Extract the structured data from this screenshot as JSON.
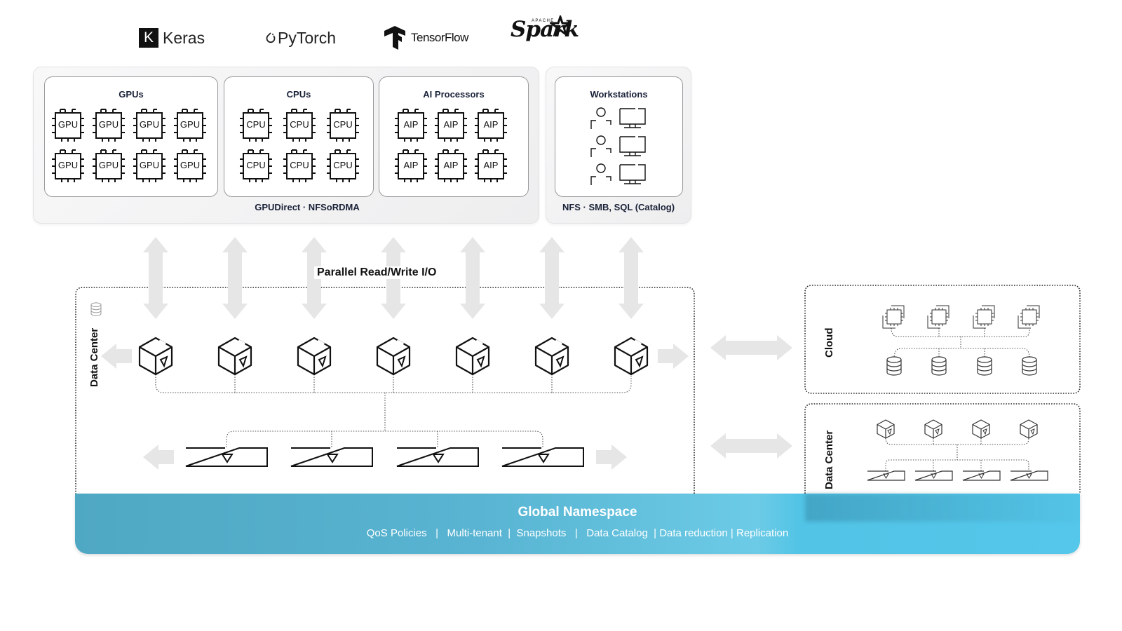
{
  "frameworks": [
    {
      "name": "Keras",
      "icon": "keras-logo-icon",
      "badge": "K"
    },
    {
      "name": "PyTorch",
      "icon": "pytorch-logo-icon"
    },
    {
      "name": "TensorFlow",
      "icon": "tensorflow-logo-icon"
    },
    {
      "name": "Spark",
      "icon": "spark-logo-icon",
      "prefix": "APACHE"
    }
  ],
  "compute_panel": {
    "caption": "GPUDirect  ·  NFSoRDMA",
    "cards": [
      {
        "title": "GPUs",
        "chip_label": "GPU",
        "rows": 2,
        "cols": 4
      },
      {
        "title": "CPUs",
        "chip_label": "CPU",
        "rows": 2,
        "cols": 3
      },
      {
        "title": "AI Processors",
        "chip_label": "AIP",
        "rows": 2,
        "cols": 3
      }
    ]
  },
  "workstations_panel": {
    "title": "Workstations",
    "caption": "NFS · SMB, SQL (Catalog)",
    "count": 3,
    "icons": [
      "user-icon",
      "monitor-icon"
    ]
  },
  "io": {
    "label": "Parallel Read/Write I/O",
    "arrow_count": 7
  },
  "main_datacenter": {
    "label": "Data Center",
    "icon": "database-icon",
    "storage_nodes": 7,
    "storage_enclosures": 4
  },
  "cloud": {
    "label": "Cloud",
    "compute_instances": 4,
    "databases": 4
  },
  "remote_datacenter": {
    "label": "Data Center",
    "storage_nodes": 4,
    "storage_enclosures": 4
  },
  "namespace": {
    "title": "Global Namespace",
    "features": [
      "QoS Policies",
      "Multi-tenant",
      "Snapshots",
      "Data Catalog",
      "Data reduction",
      "Replication"
    ],
    "features_text": "QoS Policies   |   Multi-tenant  |  Snapshots   |   Data Catalog  | Data reduction | Replication",
    "color": "#54c7ea"
  },
  "colors": {
    "arrow": "#e6e6e6",
    "panel_bg": "#f2f2f3",
    "line": "#111111"
  }
}
